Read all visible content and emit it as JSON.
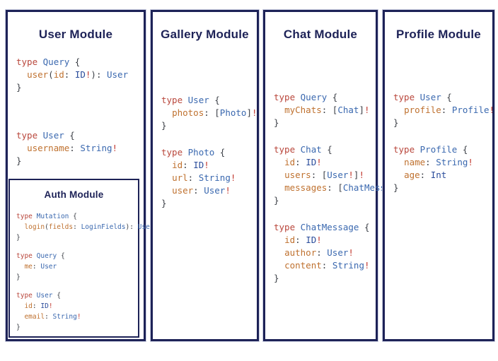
{
  "colors": {
    "navy": "#1d2257",
    "keyword_red": "#b9473c",
    "typename_blue": "#3a68af",
    "builtin_blue": "#2a4c9b",
    "field_orange": "#bf712f",
    "punctuation": "#3d4148",
    "bang_red": "#c23b32"
  },
  "panels": [
    {
      "id": "user-module",
      "title": "User Module",
      "blocks": [
        [
          [
            [
              "kw",
              "type"
            ],
            [
              "pl",
              " "
            ],
            [
              "tn",
              "Query"
            ],
            [
              "pl",
              " {"
            ]
          ],
          [
            [
              "pl",
              "  "
            ],
            [
              "fd",
              "user"
            ],
            [
              "pl",
              "("
            ],
            [
              "fd",
              "id"
            ],
            [
              "pl",
              ": "
            ],
            [
              "bi",
              "ID"
            ],
            [
              "bg",
              "!"
            ],
            [
              "pl",
              "): "
            ],
            [
              "tn",
              "User"
            ]
          ],
          [
            [
              "pl",
              "}"
            ]
          ]
        ],
        [
          [
            [
              "kw",
              "type"
            ],
            [
              "pl",
              " "
            ],
            [
              "tn",
              "User"
            ],
            [
              "pl",
              " {"
            ]
          ],
          [
            [
              "pl",
              "  "
            ],
            [
              "fd",
              "username"
            ],
            [
              "pl",
              ": "
            ],
            [
              "tn",
              "String"
            ],
            [
              "bg",
              "!"
            ]
          ],
          [
            [
              "pl",
              "}"
            ]
          ]
        ]
      ]
    },
    {
      "id": "gallery-module",
      "title": "Gallery Module",
      "blocks": [
        [
          [
            [
              "kw",
              "type"
            ],
            [
              "pl",
              " "
            ],
            [
              "tn",
              "User"
            ],
            [
              "pl",
              " {"
            ]
          ],
          [
            [
              "pl",
              "  "
            ],
            [
              "fd",
              "photos"
            ],
            [
              "pl",
              ": ["
            ],
            [
              "tn",
              "Photo"
            ],
            [
              "pl",
              "]"
            ],
            [
              "bg",
              "!"
            ]
          ],
          [
            [
              "pl",
              "}"
            ]
          ]
        ],
        [
          [
            [
              "kw",
              "type"
            ],
            [
              "pl",
              " "
            ],
            [
              "tn",
              "Photo"
            ],
            [
              "pl",
              " {"
            ]
          ],
          [
            [
              "pl",
              "  "
            ],
            [
              "fd",
              "id"
            ],
            [
              "pl",
              ": "
            ],
            [
              "bi",
              "ID"
            ],
            [
              "bg",
              "!"
            ]
          ],
          [
            [
              "pl",
              "  "
            ],
            [
              "fd",
              "url"
            ],
            [
              "pl",
              ": "
            ],
            [
              "tn",
              "String"
            ],
            [
              "bg",
              "!"
            ]
          ],
          [
            [
              "pl",
              "  "
            ],
            [
              "fd",
              "user"
            ],
            [
              "pl",
              ": "
            ],
            [
              "tn",
              "User"
            ],
            [
              "bg",
              "!"
            ]
          ],
          [
            [
              "pl",
              "}"
            ]
          ]
        ]
      ]
    },
    {
      "id": "chat-module",
      "title": "Chat Module",
      "blocks": [
        [
          [
            [
              "kw",
              "type"
            ],
            [
              "pl",
              " "
            ],
            [
              "tn",
              "Query"
            ],
            [
              "pl",
              " {"
            ]
          ],
          [
            [
              "pl",
              "  "
            ],
            [
              "fd",
              "myChats"
            ],
            [
              "pl",
              ": ["
            ],
            [
              "tn",
              "Chat"
            ],
            [
              "pl",
              "]"
            ],
            [
              "bg",
              "!"
            ]
          ],
          [
            [
              "pl",
              "}"
            ]
          ]
        ],
        [
          [
            [
              "kw",
              "type"
            ],
            [
              "pl",
              " "
            ],
            [
              "tn",
              "Chat"
            ],
            [
              "pl",
              " {"
            ]
          ],
          [
            [
              "pl",
              "  "
            ],
            [
              "fd",
              "id"
            ],
            [
              "pl",
              ": "
            ],
            [
              "bi",
              "ID"
            ],
            [
              "bg",
              "!"
            ]
          ],
          [
            [
              "pl",
              "  "
            ],
            [
              "fd",
              "users"
            ],
            [
              "pl",
              ": ["
            ],
            [
              "tn",
              "User"
            ],
            [
              "bg",
              "!"
            ],
            [
              "pl",
              "]"
            ],
            [
              "bg",
              "!"
            ]
          ],
          [
            [
              "pl",
              "  "
            ],
            [
              "fd",
              "messages"
            ],
            [
              "pl",
              ": ["
            ],
            [
              "tn",
              "ChatMessage"
            ],
            [
              "pl",
              "]"
            ],
            [
              "bg",
              "!"
            ]
          ],
          [
            [
              "pl",
              "}"
            ]
          ]
        ],
        [
          [
            [
              "kw",
              "type"
            ],
            [
              "pl",
              " "
            ],
            [
              "tn",
              "ChatMessage"
            ],
            [
              "pl",
              " {"
            ]
          ],
          [
            [
              "pl",
              "  "
            ],
            [
              "fd",
              "id"
            ],
            [
              "pl",
              ": "
            ],
            [
              "bi",
              "ID"
            ],
            [
              "bg",
              "!"
            ]
          ],
          [
            [
              "pl",
              "  "
            ],
            [
              "fd",
              "author"
            ],
            [
              "pl",
              ": "
            ],
            [
              "tn",
              "User"
            ],
            [
              "bg",
              "!"
            ]
          ],
          [
            [
              "pl",
              "  "
            ],
            [
              "fd",
              "content"
            ],
            [
              "pl",
              ": "
            ],
            [
              "tn",
              "String"
            ],
            [
              "bg",
              "!"
            ]
          ],
          [
            [
              "pl",
              "}"
            ]
          ]
        ]
      ]
    },
    {
      "id": "profile-module",
      "title": "Profile Module",
      "blocks": [
        [
          [
            [
              "kw",
              "type"
            ],
            [
              "pl",
              " "
            ],
            [
              "tn",
              "User"
            ],
            [
              "pl",
              " {"
            ]
          ],
          [
            [
              "pl",
              "  "
            ],
            [
              "fd",
              "profile"
            ],
            [
              "pl",
              ": "
            ],
            [
              "tn",
              "Profile"
            ],
            [
              "bg",
              "!"
            ]
          ],
          [
            [
              "pl",
              "}"
            ]
          ]
        ],
        [
          [
            [
              "kw",
              "type"
            ],
            [
              "pl",
              " "
            ],
            [
              "tn",
              "Profile"
            ],
            [
              "pl",
              " {"
            ]
          ],
          [
            [
              "pl",
              "  "
            ],
            [
              "fd",
              "name"
            ],
            [
              "pl",
              ": "
            ],
            [
              "tn",
              "String"
            ],
            [
              "bg",
              "!"
            ]
          ],
          [
            [
              "pl",
              "  "
            ],
            [
              "fd",
              "age"
            ],
            [
              "pl",
              ": "
            ],
            [
              "bi",
              "Int"
            ]
          ],
          [
            [
              "pl",
              "}"
            ]
          ]
        ]
      ]
    }
  ],
  "auth": {
    "id": "auth-module",
    "title": "Auth Module",
    "blocks": [
      [
        [
          [
            "kw",
            "type"
          ],
          [
            "pl",
            " "
          ],
          [
            "tn",
            "Mutation"
          ],
          [
            "pl",
            " {"
          ]
        ],
        [
          [
            "pl",
            "  "
          ],
          [
            "fd",
            "login"
          ],
          [
            "pl",
            "("
          ],
          [
            "fd",
            "fields"
          ],
          [
            "pl",
            ": "
          ],
          [
            "tn",
            "LoginFields"
          ],
          [
            "pl",
            "): "
          ],
          [
            "tn",
            "User"
          ]
        ],
        [
          [
            "pl",
            "}"
          ]
        ]
      ],
      [
        [
          [
            "kw",
            "type"
          ],
          [
            "pl",
            " "
          ],
          [
            "tn",
            "Query"
          ],
          [
            "pl",
            " {"
          ]
        ],
        [
          [
            "pl",
            "  "
          ],
          [
            "fd",
            "me"
          ],
          [
            "pl",
            ": "
          ],
          [
            "tn",
            "User"
          ]
        ],
        [
          [
            "pl",
            "}"
          ]
        ]
      ],
      [
        [
          [
            "kw",
            "type"
          ],
          [
            "pl",
            " "
          ],
          [
            "tn",
            "User"
          ],
          [
            "pl",
            " {"
          ]
        ],
        [
          [
            "pl",
            "  "
          ],
          [
            "fd",
            "id"
          ],
          [
            "pl",
            ": "
          ],
          [
            "bi",
            "ID"
          ],
          [
            "bg",
            "!"
          ]
        ],
        [
          [
            "pl",
            "  "
          ],
          [
            "fd",
            "email"
          ],
          [
            "pl",
            ": "
          ],
          [
            "tn",
            "String"
          ],
          [
            "bg",
            "!"
          ]
        ],
        [
          [
            "pl",
            "}"
          ]
        ]
      ]
    ]
  }
}
